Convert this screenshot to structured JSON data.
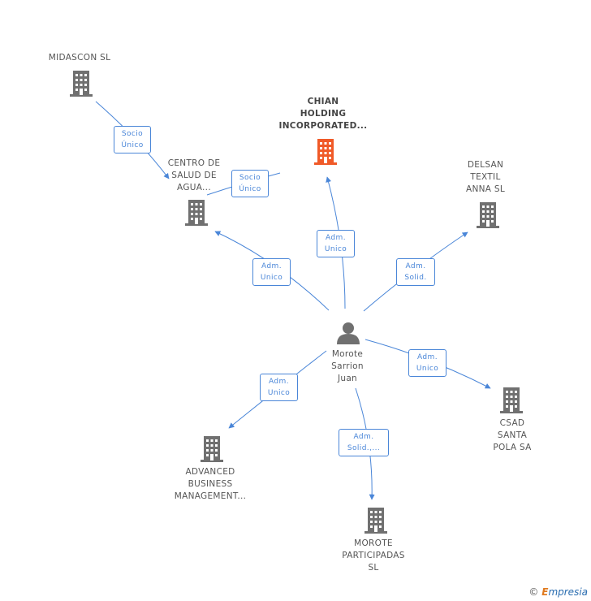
{
  "nodes": {
    "midascon": {
      "label": "MIDASCON SL"
    },
    "chian": {
      "label": "CHIAN\nHOLDING\nINCORPORATED..."
    },
    "centro": {
      "label": "CENTRO DE\nSALUD DE\nAGUA..."
    },
    "delsan": {
      "label": "DELSAN\nTEXTIL\nANNA SL"
    },
    "person": {
      "label": "Morote\nSarrion\nJuan"
    },
    "csad": {
      "label": "CSAD\nSANTA\nPOLA SA"
    },
    "advanced": {
      "label": "ADVANCED\nBUSINESS\nMANAGEMENT..."
    },
    "morote": {
      "label": "MOROTE\nPARTICIPADAS\nSL"
    }
  },
  "edges": {
    "midascon_centro": "Socio\nÚnico",
    "chian_centro": "Socio\nÚnico",
    "person_centro": "Adm.\nUnico",
    "person_chian": "Adm.\nUnico",
    "person_delsan": "Adm.\nSolid.",
    "person_csad": "Adm.\nUnico",
    "person_advanced": "Adm.\nUnico",
    "person_morote": "Adm.\nSolid.,..."
  },
  "colors": {
    "edge": "#4a86d8",
    "building": "#707070",
    "focus_building": "#f05a28",
    "person": "#707070"
  },
  "footer": {
    "copyright": "©",
    "brand_first": "E",
    "brand_rest": "mpresia"
  }
}
